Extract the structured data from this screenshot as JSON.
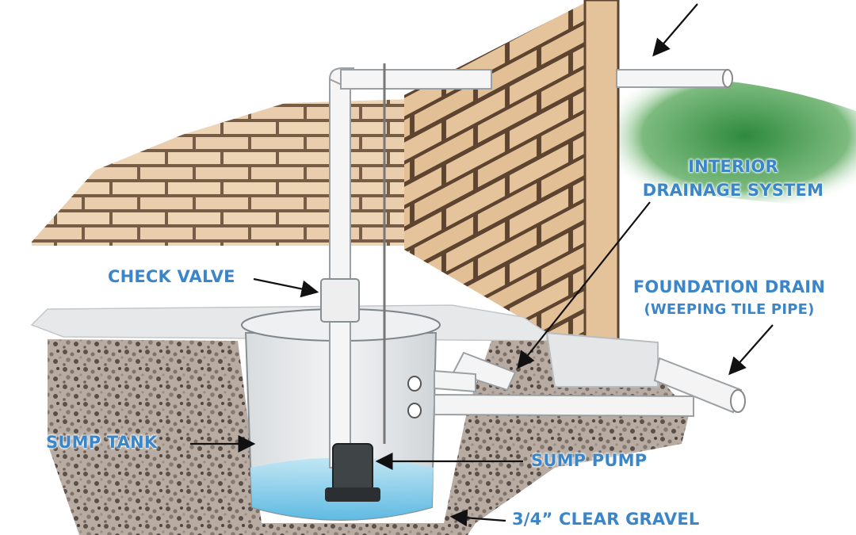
{
  "labels": {
    "interior_line1": "INTERIOR",
    "interior_line2": "DRAINAGE SYSTEM",
    "check_valve": "CHECK VALVE",
    "foundation_line1": "FOUNDATION DRAIN",
    "foundation_line2": "(WEEPING TILE PIPE)",
    "sump_tank": "SUMP TANK",
    "sump_pump": "SUMP PUMP",
    "gravel": "3/4” CLEAR GRAVEL"
  },
  "colors": {
    "label": "#3b86c8",
    "brick": "#e9c8a2",
    "mortar": "#5a4530",
    "water": "#6ec3e6",
    "gravel": "#6e6460",
    "grass": "#4f9b57",
    "pipe": "#f4f4f4",
    "floor": "#e7e8e9"
  }
}
